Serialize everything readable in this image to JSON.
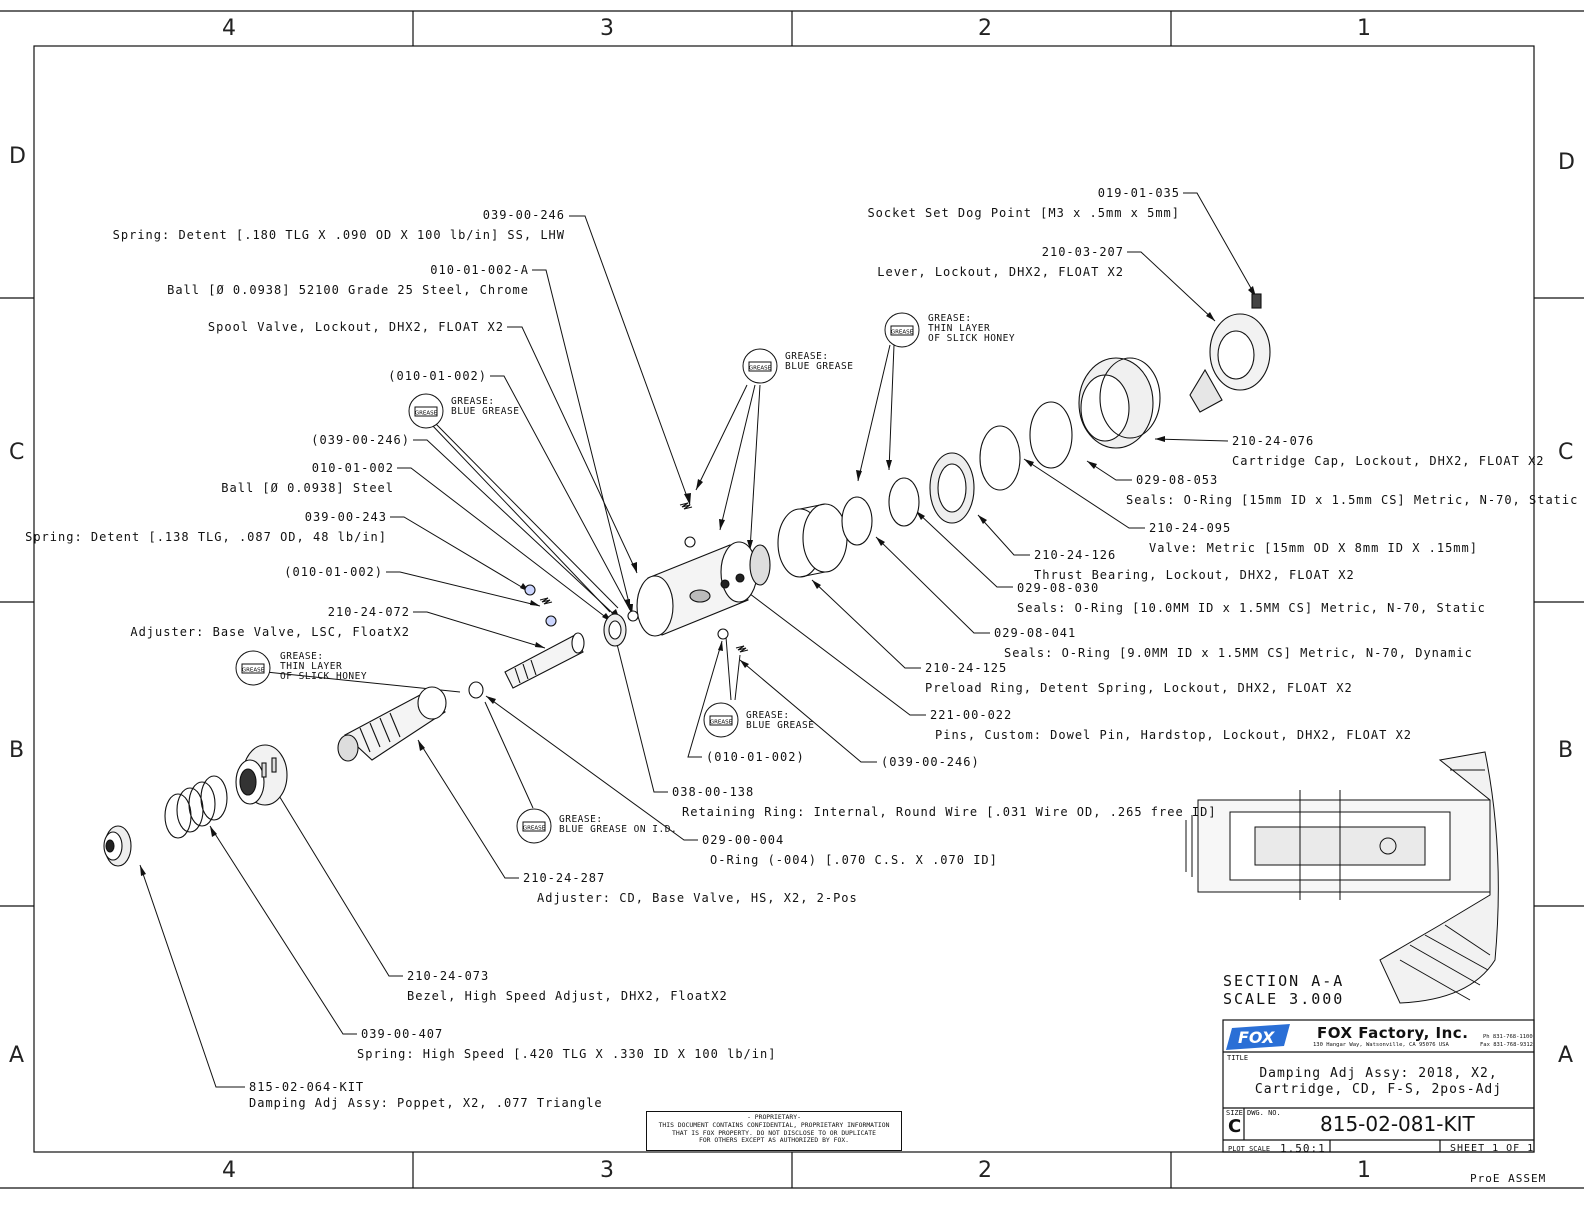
{
  "zones": {
    "cols": [
      "4",
      "3",
      "2",
      "1"
    ],
    "rows": [
      "D",
      "C",
      "B",
      "A"
    ]
  },
  "callouts": [
    {
      "id": "c1",
      "part": "039-00-246",
      "desc": "Spring: Detent [.180 TLG X .090 OD X 100 lb/in] SS, LHW"
    },
    {
      "id": "c2",
      "part": "010-01-002-A",
      "desc": "Ball [Ø 0.0938] 52100 Grade 25 Steel, Chrome"
    },
    {
      "id": "c3",
      "part": "Spool Valve, Lockout, DHX2, FLOAT X2",
      "desc": ""
    },
    {
      "id": "c4",
      "part": "(010-01-002)",
      "desc": ""
    },
    {
      "id": "c5",
      "part": "(039-00-246)",
      "desc": ""
    },
    {
      "id": "c6",
      "part": "010-01-002",
      "desc": "Ball [Ø 0.0938] Steel"
    },
    {
      "id": "c7",
      "part": "039-00-243",
      "desc": "Spring: Detent [.138 TLG, .087 OD, 48 lb/in]"
    },
    {
      "id": "c8",
      "part": "(010-01-002)",
      "desc": ""
    },
    {
      "id": "c9",
      "part": "210-24-072",
      "desc": "Adjuster: Base Valve, LSC, FloatX2"
    },
    {
      "id": "c10",
      "part": "019-01-035",
      "desc": "Socket Set Dog Point [M3 x .5mm x 5mm]"
    },
    {
      "id": "c11",
      "part": "210-03-207",
      "desc": "Lever, Lockout, DHX2, FLOAT X2"
    },
    {
      "id": "c12",
      "part": "210-24-076",
      "desc": "Cartridge Cap, Lockout, DHX2, FLOAT X2"
    },
    {
      "id": "c13",
      "part": "029-08-053",
      "desc": "Seals: O-Ring [15mm ID x 1.5mm CS] Metric, N-70, Static"
    },
    {
      "id": "c14",
      "part": "210-24-095",
      "desc": "Valve: Metric [15mm OD X 8mm ID X .15mm]"
    },
    {
      "id": "c15",
      "part": "210-24-126",
      "desc": "Thrust Bearing, Lockout, DHX2, FLOAT X2"
    },
    {
      "id": "c16",
      "part": "029-08-030",
      "desc": "Seals: O-Ring [10.0MM ID x 1.5MM CS] Metric, N-70, Static"
    },
    {
      "id": "c17",
      "part": "029-08-041",
      "desc": "Seals: O-Ring [9.0MM ID x 1.5MM CS] Metric, N-70, Dynamic"
    },
    {
      "id": "c18",
      "part": "210-24-125",
      "desc": "Preload Ring, Detent Spring, Lockout, DHX2, FLOAT X2"
    },
    {
      "id": "c19",
      "part": "221-00-022",
      "desc": "Pins, Custom: Dowel Pin, Hardstop, Lockout, DHX2, FLOAT X2"
    },
    {
      "id": "c20",
      "part": "(039-00-246)",
      "desc": ""
    },
    {
      "id": "c21",
      "part": "(010-01-002)",
      "desc": ""
    },
    {
      "id": "c22",
      "part": "038-00-138",
      "desc": "Retaining Ring: Internal, Round Wire [.031 Wire OD, .265 free ID]"
    },
    {
      "id": "c23",
      "part": "029-00-004",
      "desc": "O-Ring (-004) [.070 C.S. X .070 ID]"
    },
    {
      "id": "c24",
      "part": "210-24-287",
      "desc": "Adjuster: CD, Base Valve, HS, X2, 2-Pos"
    },
    {
      "id": "c25",
      "part": "210-24-073",
      "desc": "Bezel, High Speed Adjust, DHX2, FloatX2"
    },
    {
      "id": "c26",
      "part": "039-00-407",
      "desc": "Spring: High Speed [.420 TLG X .330 ID X 100 lb/in]"
    },
    {
      "id": "c27",
      "part": "815-02-064-KIT",
      "desc": "Damping Adj Assy:  Poppet, X2, .077 Triangle"
    }
  ],
  "grease": {
    "icon_label": "GREASE",
    "g1": {
      "l1": "GREASE:",
      "l2": "THIN LAYER",
      "l3": "OF SLICK HONEY"
    },
    "g2": {
      "l1": "GREASE:",
      "l2": "BLUE GREASE"
    },
    "g3": {
      "l1": "GREASE:",
      "l2": "BLUE GREASE"
    },
    "g4": {
      "l1": "GREASE:",
      "l2": "THIN LAYER",
      "l3": "OF SLICK HONEY"
    },
    "g5": {
      "l1": "GREASE:",
      "l2": "BLUE GREASE"
    },
    "g6": {
      "l1": "GREASE:",
      "l2": "BLUE GREASE ON I.D."
    }
  },
  "section": {
    "title": "SECTION  A-A",
    "scale": "SCALE  3.000"
  },
  "proprietary": {
    "l1": "- PROPRIETARY-",
    "l2": "THIS DOCUMENT CONTAINS CONFIDENTIAL, PROPRIETARY INFORMATION",
    "l3": "THAT IS FOX PROPERTY.  DO NOT DISCLOSE TO OR DUPLICATE",
    "l4": "FOR OTHERS EXCEPT AS AUTHORIZED BY FOX."
  },
  "title_block": {
    "logo": "FOX",
    "company": "FOX Factory, Inc.",
    "address": "130 Hangar Way, Watsonville, CA 95076 USA",
    "phone": "Ph 831-768-1100",
    "fax": "Fax 831-768-9312",
    "title_label": "TITLE",
    "title_line1": "Damping Adj Assy: 2018, X2,",
    "title_line2": "Cartridge, CD, F-S, 2pos-Adj",
    "size_label": "SIZE",
    "size": "C",
    "dwg_label": "DWG. NO.",
    "dwg_no": "815-02-081-KIT",
    "plot_label": "PLOT SCALE",
    "plot_scale": "1.50:1",
    "sheet": "SHEET 1 OF 1"
  },
  "footer_note": "ProE ASSEM"
}
